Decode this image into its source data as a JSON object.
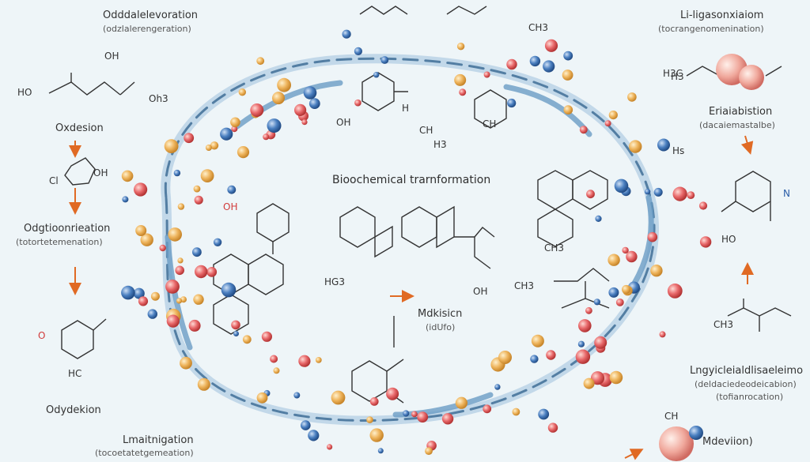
{
  "title": "Bioochemical trarnformation",
  "labels": {
    "top_left_main": "Odddalelevoration",
    "top_left_sub": "(odzlalerengeration)",
    "top_right_main": "Li-ligasonxiaiom",
    "top_right_sub": "(tocrangenomenination)",
    "left_oxidation": "Oxdesion",
    "left_mid_main": "Odgtioonrieation",
    "left_mid_sub": "(totortetemenation)",
    "left_bottom": "Odydekion",
    "bottom_left_main": "Lmaitnigation",
    "bottom_left_sub": "(tocoetatetgemeation)",
    "right_mid_main": "Eriaiabistion",
    "right_mid_sub": "(dacaiemastalbe)",
    "right_lower_main": "Lngyicleialdlisaeleimo",
    "right_lower_sub": "(deldaciedeodeicabion)",
    "right_lower_sub2": "(tofianrocation)",
    "bottom_right": "Mdeviion)",
    "center_lower": "Mdkisicn",
    "center_lower_sub": "(idUfo)"
  },
  "chem_labels": {
    "ho_top_left": "HO",
    "oh3_top": "OH",
    "oh3": "Oh3",
    "oh": "OH",
    "ch3": "CH3",
    "ch_right": "CH",
    "oh_right": "OH",
    "h3_right": "H3",
    "hs": "Hs",
    "h": "H",
    "ch_mid": "CH",
    "h3_left": "H3",
    "hg3": "HG3",
    "oh_center": "OH",
    "ch3_center": "CH3",
    "ch3_right_mid": "CH3",
    "ch_right_low": "CH3",
    "ch_bottom_right": "CH",
    "o_left": "O",
    "h3c": "H3C",
    "hc": "HC",
    "ho_right": "HO",
    "oh_red": "OH",
    "n_blue": "N",
    "ci": "Cl"
  },
  "colors": {
    "background": "#eef5f8",
    "ribbon": "#6a9cc4",
    "ribbon_dark": "#3f6f96",
    "red_atom": "#e0585a",
    "blue_atom": "#3d6fb0",
    "gold_atom": "#e8a94a",
    "arrow": "#e06a24",
    "bond": "#333333"
  }
}
